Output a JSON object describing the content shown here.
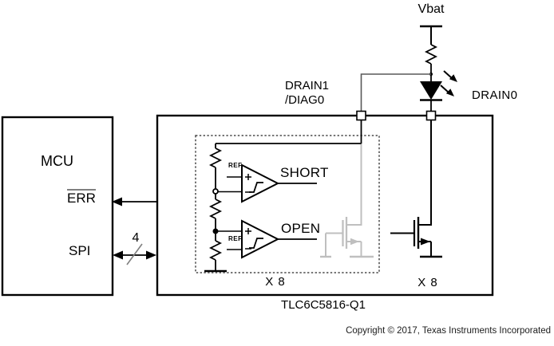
{
  "mcu": {
    "title": "MCU",
    "err": "ERR",
    "spi": "SPI"
  },
  "bus": {
    "width": "4"
  },
  "power": {
    "vbat": "Vbat"
  },
  "pins": {
    "drain1_line1": "DRAIN1",
    "drain1_line2": "/DIAG0",
    "drain0": "DRAIN0"
  },
  "diag": {
    "short": "SHORT",
    "open": "OPEN",
    "ref": "REF",
    "multiplier_left": "X 8",
    "multiplier_right": "X 8"
  },
  "chip": {
    "name": "TLC6C5816-Q1"
  },
  "footer": {
    "copyright": "Copyright © 2017, Texas Instruments Incorporated"
  },
  "colors": {
    "line_black": "#000000",
    "sense_wire_gray": "#595959",
    "ghost_gray": "#bfbfbf",
    "annotation_gray": "#808080"
  }
}
